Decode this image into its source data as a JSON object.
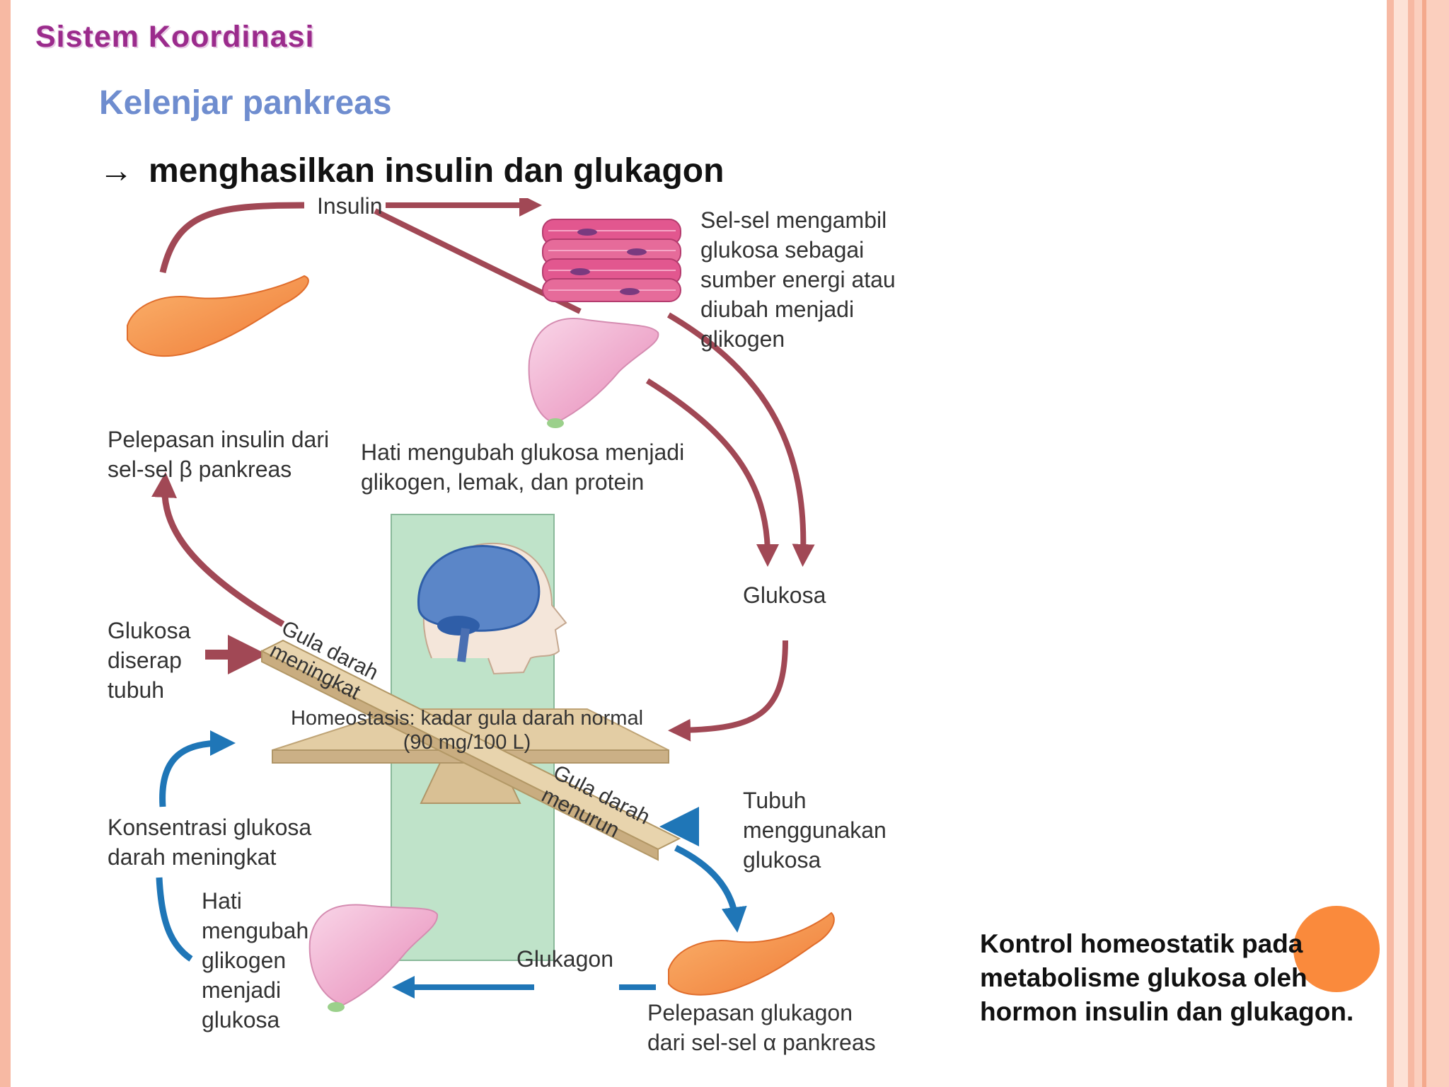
{
  "header": {
    "section_title": "Sistem Koordinasi",
    "slide_title": "Kelenjar pankreas",
    "subtitle_arrow": "→",
    "subtitle": "menghasilkan insulin dan glukagon"
  },
  "diagram": {
    "labels": {
      "insulin": "Insulin",
      "cells_take_glucose": "Sel-sel mengambil\nglukosa sebagai\nsumber energi atau\ndiubah menjadi\nglikogen",
      "insulin_release": "Pelepasan insulin dari\nsel-sel β pankreas",
      "liver_converts": "Hati mengubah glukosa menjadi\nglikogen, lemak, dan protein",
      "glukosa": "Glukosa",
      "glucose_absorbed": "Glukosa\ndiserap\ntubuh",
      "blood_sugar_up": "Gula darah\nmeningkat",
      "homeostasis": "Homeostasis: kadar gula darah normal\n(90 mg/100 L)",
      "blood_sugar_down": "Gula darah\nmenurun",
      "body_uses_glucose": "Tubuh\nmenggunakan\nglukosa",
      "glucose_concentration_up": "Konsentrasi glukosa\ndarah meningkat",
      "liver_glycogen_to_glucose": "Hati\nmengubah\nglikogen\nmenjadi\nglukosa",
      "glukagon": "Glukagon",
      "glucagon_release": "Pelepasan glukagon\ndari sel-sel α pankreas"
    },
    "colors": {
      "insulin_arrow": "#a14855",
      "glucagon_arrow": "#1f76b7",
      "seesaw": "#dfc9a0",
      "brain_panel": "#bfe3c9",
      "pancreas": "#f5934a",
      "liver": "#f0b3d0",
      "muscle": "#e2578f"
    }
  },
  "caption": {
    "text": "Kontrol homeostatik pada\nmetabolisme glukosa oleh\nhormon insulin dan glukagon."
  }
}
